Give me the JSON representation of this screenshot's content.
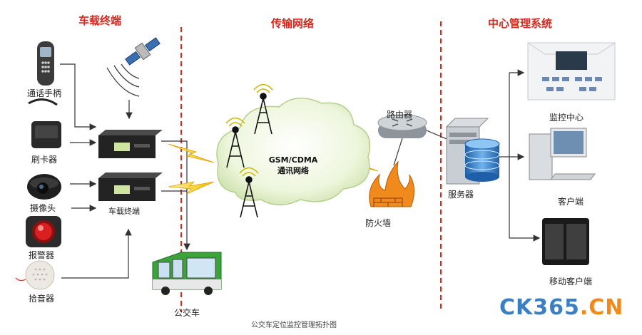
{
  "sections": {
    "vehicle": "车载终端",
    "network": "传输网络",
    "center": "中心管理系统"
  },
  "devices": {
    "handset": "通话手柄",
    "card_reader": "刷卡器",
    "camera": "摄像头",
    "alarm": "报警器",
    "microphone": "拾音器",
    "terminal": "车载终端",
    "bus": "公交车"
  },
  "network": {
    "cloud_line1": "GSM/CDMA",
    "cloud_line2": "通讯网络",
    "router": "路由器",
    "firewall": "防火墙"
  },
  "center": {
    "server": "服务器",
    "monitor_center": "监控中心",
    "client": "客户端",
    "mobile_client": "移动客户端"
  },
  "caption": "公交车定位监控管理拓扑图",
  "watermark": {
    "part1": "CK365",
    "part2": ".CN"
  },
  "colors": {
    "header": "#d6281f",
    "divider": "#d6281f",
    "watermark_blue": "#3a7fc4",
    "watermark_orange": "#f08a1c"
  }
}
